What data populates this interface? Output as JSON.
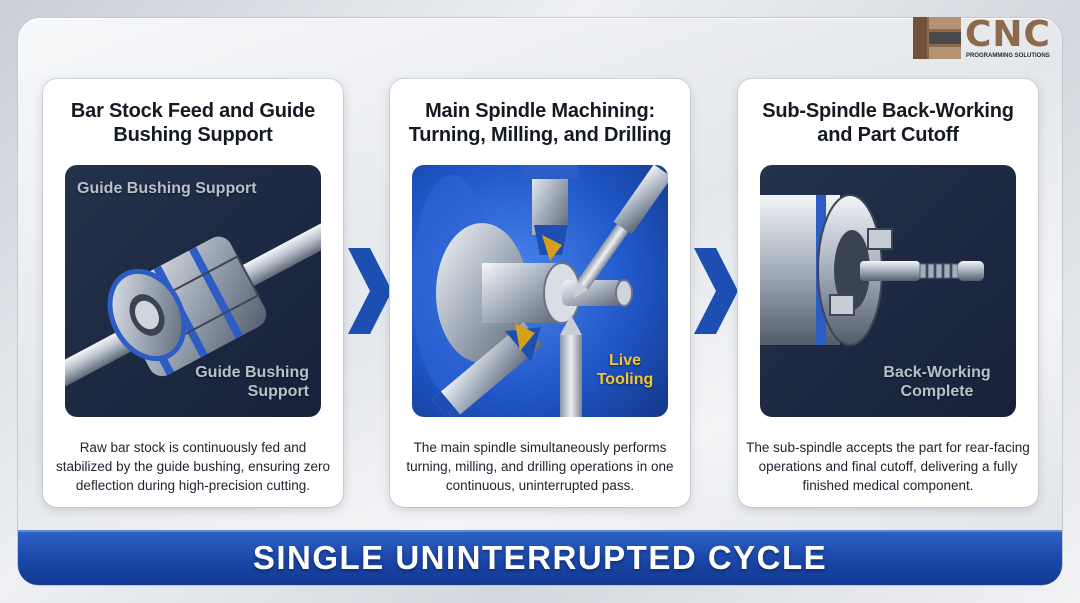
{
  "logo": {
    "text": "CNC",
    "subtitle": "PROGRAMMING SOLUTIONS",
    "color": "#8d6a4c"
  },
  "steps": [
    {
      "title": "Bar Stock Feed and Guide Bushing Support",
      "labels": [
        "Guide Bushing Support",
        "Guide Bushing Support"
      ],
      "description": "Raw bar stock is continuously fed and stabilized by the guide bushing, ensuring zero deflection during high-precision cutting."
    },
    {
      "title": "Main Spindle Machining: Turning, Milling, and Drilling",
      "labels": [
        "Live Tooling"
      ],
      "description": "The main spindle simultaneously performs turning, milling, and drilling operations in one continuous, uninterrupted pass."
    },
    {
      "title": "Sub-Spindle Back-Working and Part Cutoff",
      "labels": [
        "Back-Working Complete"
      ],
      "description": "The sub-spindle accepts the part for rear-facing operations and final cutoff, delivering a fully finished medical component."
    }
  ],
  "banner": {
    "text": "SINGLE UNINTERRUPTED CYCLE"
  },
  "colors": {
    "accent": "#1d4fb3",
    "panel_dark": "#1d2a40",
    "label_gray": "#b8c0cc",
    "label_yellow": "#f0c73a"
  }
}
